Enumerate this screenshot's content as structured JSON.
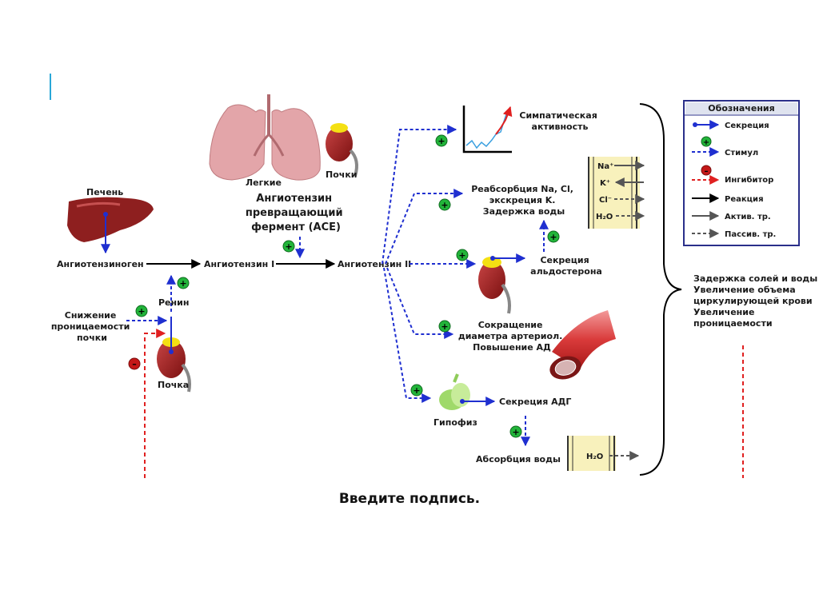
{
  "colors": {
    "secretion": "#1f2fd0",
    "stimulus": "#1f2fd0",
    "inhibitor": "#e02020",
    "reaction": "#000000",
    "active": "#555555",
    "passive": "#555555",
    "plus_badge": "#22b43a",
    "minus_badge": "#c41818",
    "accent": "#2aa7d8"
  },
  "diagram": {
    "liver": "Печень",
    "angiotensinogen": "Ангиотензиноген",
    "angiotensin1": "Ангиотензин I",
    "angiotensin2": "Ангиотензин II",
    "lungs": "Легкие",
    "kidneys_top": "Почки",
    "ace": [
      "Ангиотензин",
      "превращающий",
      "фермент (ACE)"
    ],
    "renin": "Ренин",
    "decrease_perm": [
      "Снижение",
      "проницаемости",
      "почки"
    ],
    "kidney": "Почка",
    "sympathetic": [
      "Симпатическая",
      "активность"
    ],
    "reabsorption": [
      "Реабсорбция Na, Cl,",
      "экскреция K.",
      "Задержка воды"
    ],
    "aldosterone": [
      "Секреция",
      "альдостерона"
    ],
    "arteriole": [
      "Сокращение",
      "диаметра артериол.",
      "Повышение АД"
    ],
    "pituitary": "Гипофиз",
    "adh": "Секреция АДГ",
    "water_abs": "Абсорбция воды",
    "ions": [
      "Na⁺",
      "K⁺",
      "Cl⁻",
      "H₂O"
    ],
    "h2o": "H₂O",
    "result": [
      "Задержка солей и воды",
      "Увеличение объема",
      "циркулирующей крови",
      "Увеличение",
      "проницаемости"
    ]
  },
  "legend": {
    "title": "Обозначения",
    "items": [
      "Секреция",
      "Стимул",
      "Ингибитор",
      "Реакция",
      "Актив. тр.",
      "Пассив. тр."
    ]
  },
  "caption": "Введите подпись."
}
